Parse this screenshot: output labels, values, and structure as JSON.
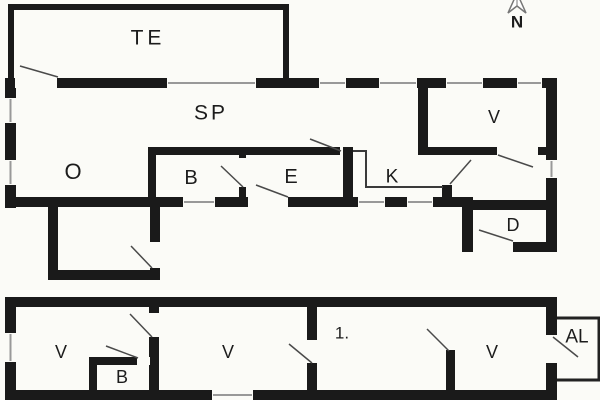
{
  "plan": {
    "type": "floor-plan",
    "buildings": [
      "main-house",
      "outbuilding",
      "al-shed",
      "te-terrace"
    ],
    "colors": {
      "wall": "#1a1a1a",
      "background": "#fbfbf7",
      "terrace_wall": "#1a1a1a",
      "door_swing_line": "#4a4a4a",
      "window_glazing_line": "#999999",
      "counter_line": "#3a3a3a",
      "label_text": "#1c1c1c",
      "compass_outline": "#777777"
    }
  },
  "rooms": {
    "te": {
      "label": "TE"
    },
    "sp": {
      "label": "SP"
    },
    "o": {
      "label": "O"
    },
    "b_main": {
      "label": "B"
    },
    "e": {
      "label": "E"
    },
    "k": {
      "label": "K"
    },
    "v_main": {
      "label": "V"
    },
    "d": {
      "label": "D"
    },
    "v_left": {
      "label": "V"
    },
    "b_annex": {
      "label": "B"
    },
    "v_mid": {
      "label": "V"
    },
    "room_1": {
      "label": "1."
    },
    "v_right": {
      "label": "V"
    },
    "al": {
      "label": "AL"
    }
  },
  "compass": {
    "label": "N",
    "direction": "up"
  }
}
